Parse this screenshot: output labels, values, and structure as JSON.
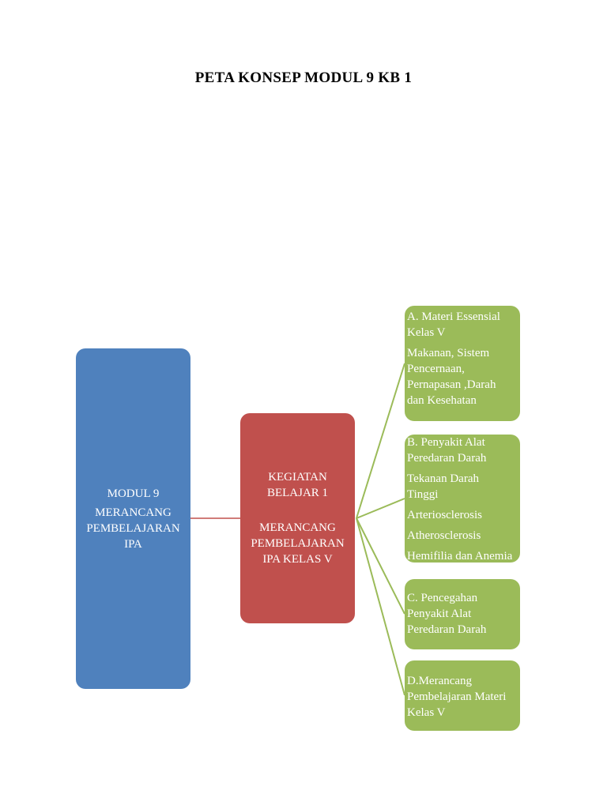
{
  "title": "PETA KONSEP MODUL 9 KB 1",
  "colors": {
    "modul": "#4f81bd",
    "kegiatan": "#c0504d",
    "materi": "#9bbb59",
    "connector_red": "#c0504d",
    "connector_green": "#9bbb59"
  },
  "modul": {
    "line1": "MODUL 9",
    "line2": "MERANCANG",
    "line3": "PEMBELAJARAN",
    "line4": "IPA"
  },
  "kegiatan": {
    "line1": "KEGIATAN",
    "line2": "BELAJAR 1",
    "line3": "MERANCANG",
    "line4": "PEMBELAJARAN",
    "line5": "IPA  KELAS V"
  },
  "materi_a": {
    "heading1": "A. Materi Essensial",
    "heading2": "Kelas V",
    "item1": "Makanan, Sistem",
    "item2": "Pencernaan,",
    "item3": "Pernapasan ,Darah",
    "item4": "dan Kesehatan"
  },
  "materi_b": {
    "heading1": "B. Penyakit Alat",
    "heading2": "Peredaran Darah",
    "item1": "Tekanan Darah",
    "item2": "Tinggi",
    "item3": "Arteriosclerosis",
    "item4": "Atherosclerosis",
    "item5": "Hemifilia dan Anemia"
  },
  "materi_c": {
    "line1": "C. Pencegahan",
    "line2": "Penyakit Alat",
    "line3": "Peredaran Darah"
  },
  "materi_d": {
    "line1": "D.Merancang",
    "line2": "Pembelajaran Materi",
    "line3": "Kelas V"
  }
}
